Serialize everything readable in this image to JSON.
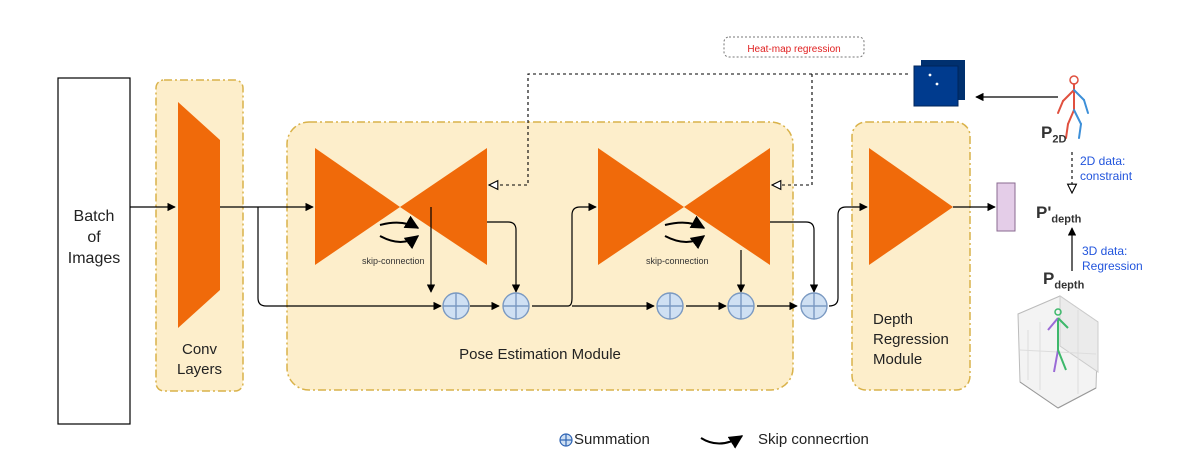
{
  "input": {
    "label": "Batch\nof\nImages"
  },
  "conv": {
    "label": "Conv\nLayers"
  },
  "pose": {
    "label": "Pose Estimation Module",
    "skip_label_1": "skip-connection",
    "skip_label_2": "skip-connection"
  },
  "depth": {
    "label": "Depth\nRegression\nModule"
  },
  "heatmap": {
    "label": "Heat-map regression"
  },
  "right": {
    "p2d": {
      "base": "P",
      "sub": "2D"
    },
    "pprime": {
      "base": "P'",
      "sub": "depth"
    },
    "pdepth": {
      "base": "P",
      "sub": "depth"
    },
    "note_2d": "2D data:\nconstraint",
    "note_3d": "3D data:\nRegression"
  },
  "legend": {
    "summation": "Summation",
    "skip": "Skip connecrtion"
  },
  "colors": {
    "module_fill": "#fdeecb",
    "module_border": "#d9b24a",
    "hourglass": "#f06a0a",
    "summation_fill": "#cfe0f3",
    "summation_stroke": "#7a99c2",
    "output_bar": "#e4cde8",
    "heatmap_fill": "#003b8e",
    "heatmap_label": "#e02020",
    "note_blue": "#2255dd"
  },
  "icons": [
    "summation-icon",
    "skip-connection-icon",
    "heatmap-icon",
    "skeleton-2d-icon",
    "skeleton-3d-plot-icon"
  ]
}
